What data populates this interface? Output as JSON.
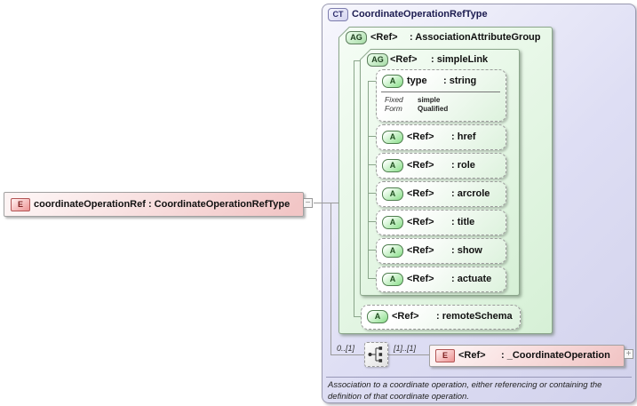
{
  "colors": {
    "element_fill": "#f2c6c6",
    "element_border": "#a1a1a1",
    "complex_type_fill": "#dedef4",
    "group_fill": "#d6f0d6",
    "attribute_border": "#9b9b9b",
    "connector": "#9a9a9a"
  },
  "root_element": {
    "badge": "E",
    "label": "coordinateOperationRef : CoordinateOperationRefType",
    "collapse": "−"
  },
  "complex_type": {
    "badge": "CT",
    "title": "CoordinateOperationRefType",
    "annotation": "Association to a coordinate operation, either referencing or containing the definition of that coordinate operation.",
    "association_group": {
      "badge": "AG",
      "ref": "<Ref>",
      "name": ": AssociationAttributeGroup",
      "simple_link_group": {
        "badge": "AG",
        "ref": "<Ref>",
        "name": ": simpleLink",
        "type_attribute": {
          "badge": "A",
          "name": "type",
          "datatype": ": string",
          "facets": [
            {
              "label": "Fixed",
              "value": "simple"
            },
            {
              "label": "Form",
              "value": "Qualified"
            }
          ]
        },
        "attributes": [
          {
            "badge": "A",
            "ref": "<Ref>",
            "name": ": href"
          },
          {
            "badge": "A",
            "ref": "<Ref>",
            "name": ": role"
          },
          {
            "badge": "A",
            "ref": "<Ref>",
            "name": ": arcrole"
          },
          {
            "badge": "A",
            "ref": "<Ref>",
            "name": ": title"
          },
          {
            "badge": "A",
            "ref": "<Ref>",
            "name": ": show"
          },
          {
            "badge": "A",
            "ref": "<Ref>",
            "name": ": actuate"
          }
        ]
      },
      "remote_schema_attribute": {
        "badge": "A",
        "ref": "<Ref>",
        "name": ": remoteSchema"
      }
    },
    "sequence": {
      "icon": "sequence-compositor",
      "occurs_left": "0..[1]",
      "occurs_right": "[1]..[1]"
    },
    "child_element": {
      "badge": "E",
      "ref": "<Ref>",
      "name": ": _CoordinateOperation",
      "expand": "+"
    }
  }
}
